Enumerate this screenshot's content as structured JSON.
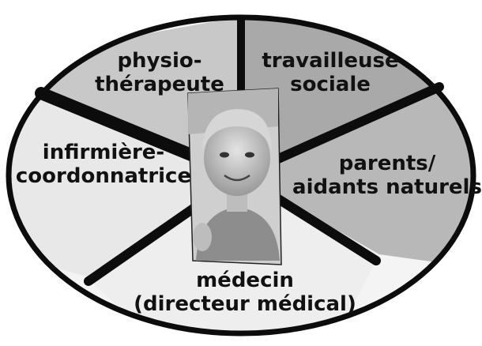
{
  "diagram": {
    "colors": {
      "outline": "#0c0c0c",
      "segment_physio": "#c8c8c8",
      "segment_social": "#a9a9a9",
      "segment_parents": "#b8b8b8",
      "segment_nurse": "#e8e8e8",
      "segment_doctor": "#eeeeee",
      "background": "#ffffff"
    },
    "segments": [
      {
        "id": "physio",
        "lines": [
          "physio-",
          "thérapeute"
        ]
      },
      {
        "id": "social",
        "lines": [
          "travailleuse",
          "sociale"
        ]
      },
      {
        "id": "parents",
        "lines": [
          "parents/",
          "aidants naturels"
        ]
      },
      {
        "id": "nurse",
        "lines": [
          "infirmière-",
          "coordonnatrice"
        ]
      },
      {
        "id": "doctor",
        "lines": [
          "médecin",
          "(directeur médical)"
        ]
      }
    ],
    "center_photo": {
      "subject": "child-portrait"
    }
  }
}
